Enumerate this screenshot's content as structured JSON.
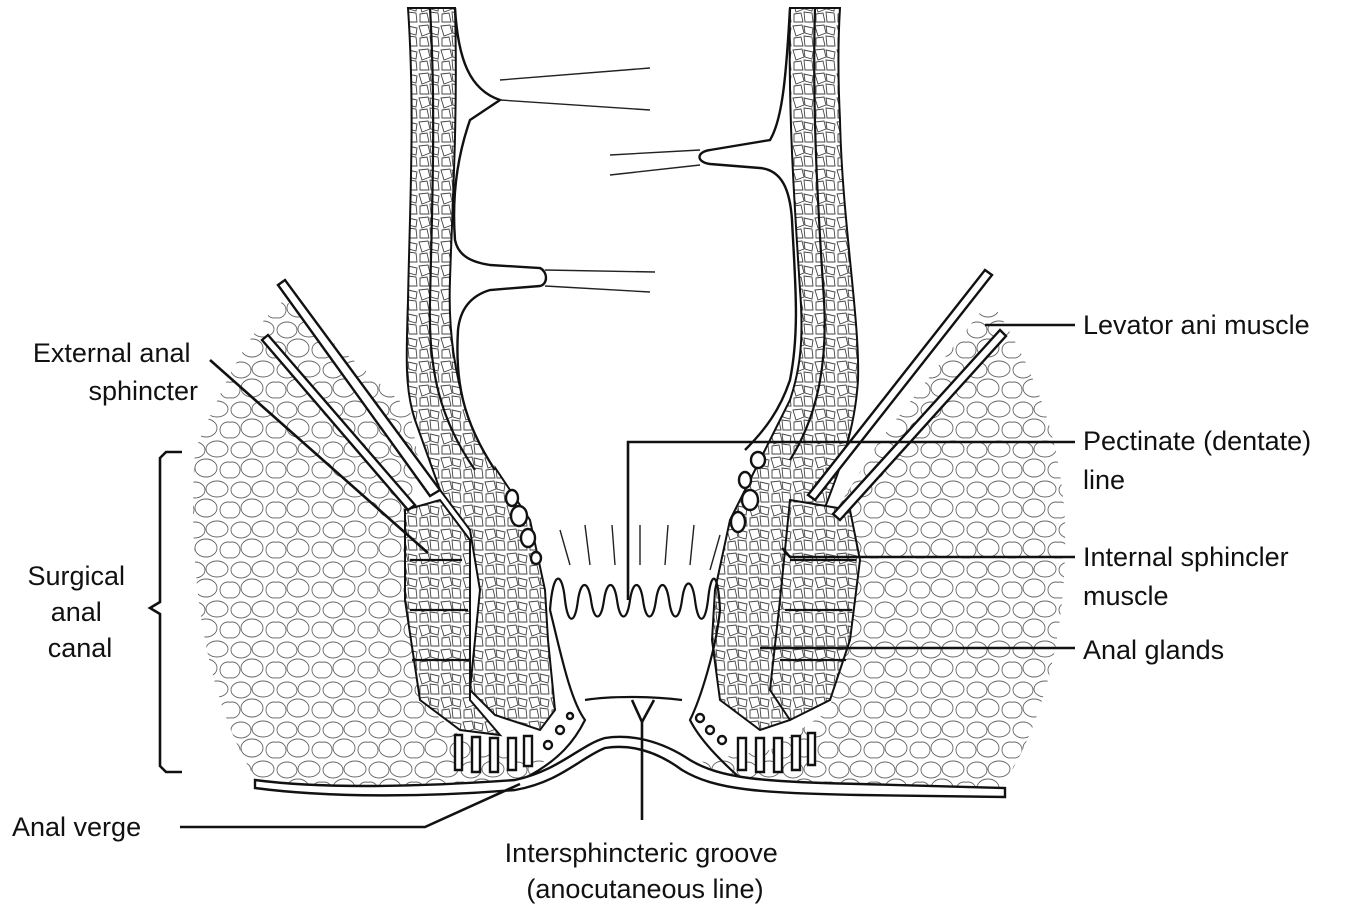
{
  "labels": {
    "external_anal_sphincter": [
      "External anal",
      "sphincter"
    ],
    "surgical_anal_canal": [
      "Surgical",
      "anal",
      "canal"
    ],
    "anal_verge": "Anal verge",
    "levator_ani_muscle": "Levator ani muscle",
    "pectinate_line": [
      "Pectinate (dentate)",
      "line"
    ],
    "internal_sphincter_muscle": [
      "Internal sphincler",
      "muscle"
    ],
    "anal_glands": "Anal glands",
    "intersphincteric_groove": [
      "Intersphincteric groove",
      "(anocutaneous line)"
    ]
  },
  "colors": {
    "ink": "#111111",
    "background": "#ffffff"
  }
}
